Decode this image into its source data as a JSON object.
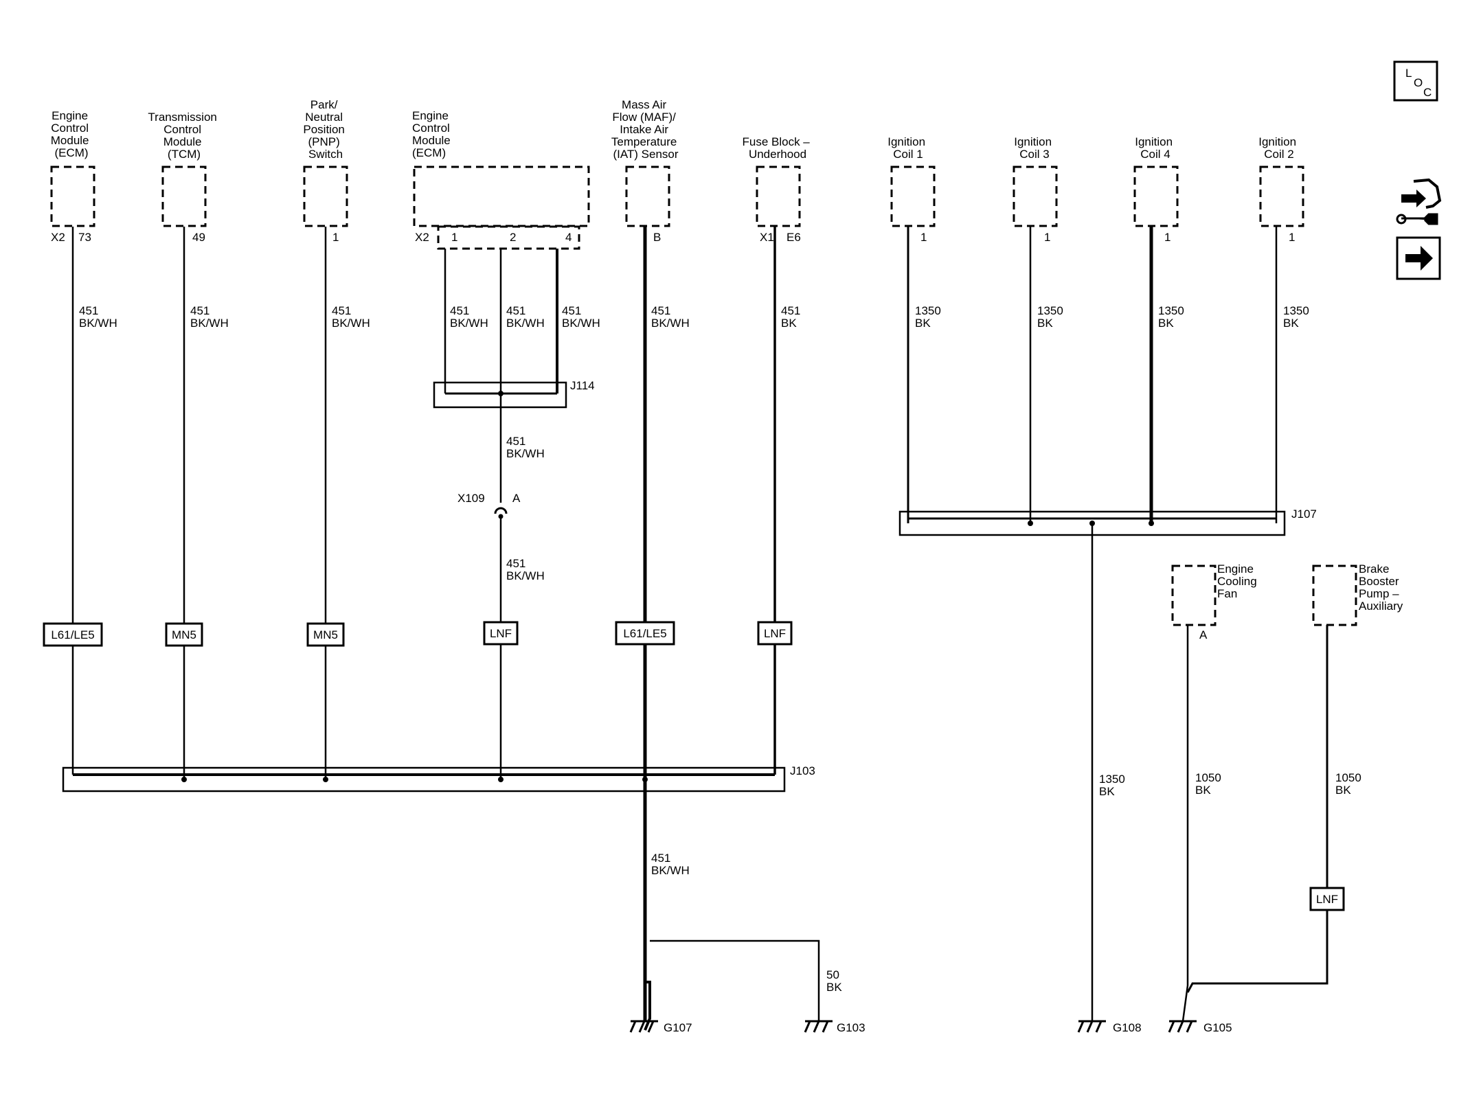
{
  "components": {
    "ecm_x2": [
      "Engine",
      "Control",
      "Module",
      "(ECM)"
    ],
    "tcm": [
      "Transmission",
      "Control",
      "Module",
      "(TCM)"
    ],
    "pnp": [
      "Park/",
      "Neutral",
      "Position",
      "(PNP)",
      "Switch"
    ],
    "ecm_main": [
      "Engine",
      "Control",
      "Module",
      "(ECM)"
    ],
    "maf": [
      "Mass Air",
      "Flow (MAF)/",
      "Intake Air",
      "Temperature",
      "(IAT) Sensor"
    ],
    "fuse_block": [
      "Fuse Block –",
      "Underhood"
    ],
    "coil1": [
      "Ignition",
      "Coil 1"
    ],
    "coil3": [
      "Ignition",
      "Coil 3"
    ],
    "coil4": [
      "Ignition",
      "Coil 4"
    ],
    "coil2": [
      "Ignition",
      "Coil 2"
    ],
    "cooling_fan": [
      "Engine",
      "Cooling",
      "Fan"
    ],
    "brake_pump": [
      "Brake",
      "Booster",
      "Pump –",
      "Auxiliary"
    ]
  },
  "pins": {
    "ecm_conn": "X2",
    "ecm_pin": "73",
    "tcm_pin": "49",
    "pnp_pin": "1",
    "ecm_main_conn": "X2",
    "ecm_main_p1": "1",
    "ecm_main_p2": "2",
    "ecm_main_p4": "4",
    "maf_pin": "B",
    "fuse_conn": "X1",
    "fuse_pin": "E6",
    "coil1_pin": "1",
    "coil3_pin": "1",
    "coil4_pin": "1",
    "coil2_pin": "1",
    "fan_pin": "A",
    "x109_pin": "A"
  },
  "wires": {
    "w451": "451",
    "bkwh": "BK/WH",
    "bk": "BK",
    "w1350": "1350",
    "w1050": "1050",
    "w50": "50"
  },
  "options": {
    "l61": "L61/LE5",
    "mn5": "MN5",
    "lnf": "LNF"
  },
  "splices": {
    "j114": "J114",
    "j103": "J103",
    "j107": "J107"
  },
  "connectors": {
    "x109": "X109"
  },
  "grounds": {
    "g107": "G107",
    "g103": "G103",
    "g108": "G108",
    "g105": "G105"
  },
  "icons": {
    "loc": [
      "L",
      "O",
      "C"
    ],
    "connector_end_view": "connector-end-view-icon",
    "next_page": "arrow-right-icon"
  }
}
